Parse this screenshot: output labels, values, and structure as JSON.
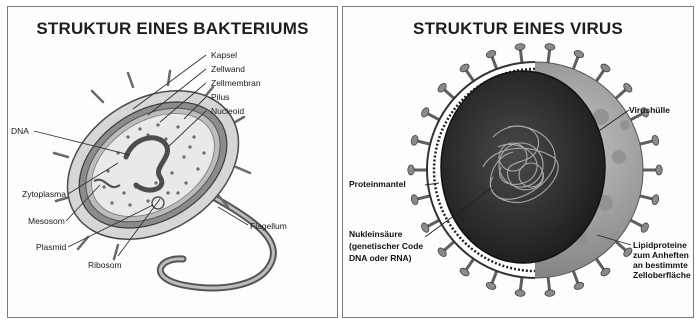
{
  "bacterium": {
    "title": "STRUKTUR EINES BAKTERIUMS",
    "labels": {
      "kapsel": "Kapsel",
      "zellwand": "Zellwand",
      "zellmembran": "Zellmembran",
      "pilus": "Pilus",
      "nucleoid": "Nucleoid",
      "dna": "DNA",
      "zytoplasma": "Zytoplasma",
      "mesosom": "Mesosom",
      "plasmid": "Plasmid",
      "ribosom": "Ribosom",
      "flagellum": "Flagellum"
    }
  },
  "virus": {
    "title": "STRUKTUR EINES VIRUS",
    "labels": {
      "virushuelle": "Virushülle",
      "proteinmantel": "Proteinmantel",
      "nukleinsaeure": "Nukleinsäure",
      "nukleinsaeure_line2": "(genetischer Code",
      "nukleinsaeure_line3": "DNA oder RNA)",
      "lipidproteine": "Lipidproteine",
      "lipidproteine_line2": "zum Anheften",
      "lipidproteine_line3": "an bestimmte",
      "lipidproteine_line4": "Zelloberfläche"
    }
  },
  "colors": {
    "capsule": "#d6d6d6",
    "wall": "#8c8c8c",
    "cytoplasm": "#e9e9e9",
    "virus_envelope": "#9a9a9a",
    "virus_core": "#2e2e2e",
    "outline": "#4a4a4a"
  }
}
